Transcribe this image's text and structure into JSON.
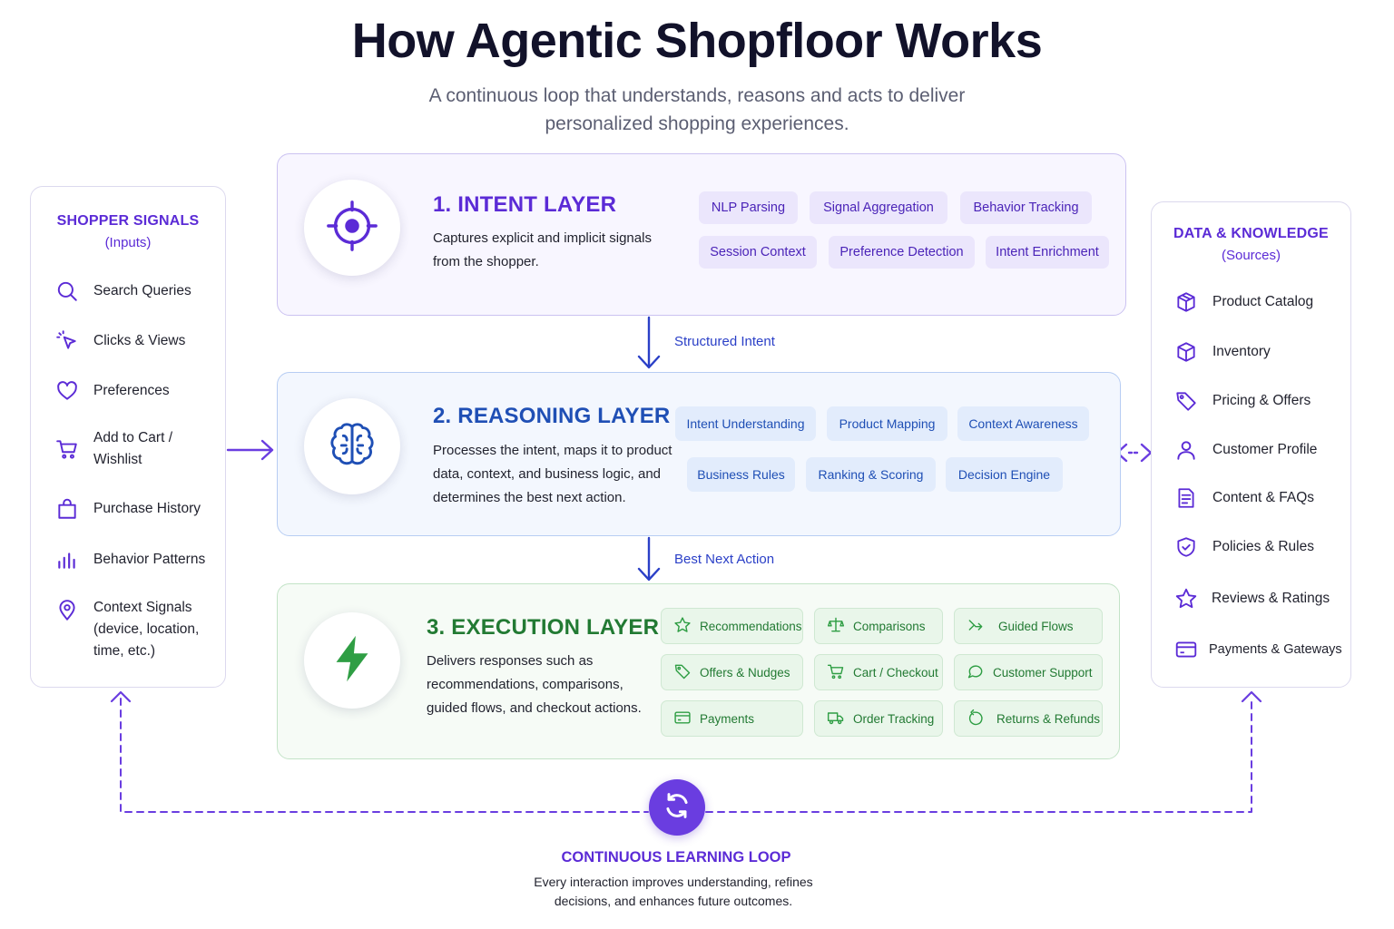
{
  "title": "How Agentic Shopfloor Works",
  "subtitle": "A continuous loop that understands, reasons and acts to deliver personalized shopping experiences.",
  "colors": {
    "purple": "#5b2bd6",
    "blue": "#1f4fb5",
    "green": "#227a33",
    "navy": "#2a3fc7"
  },
  "shopper_signals": {
    "title": "SHOPPER SIGNALS",
    "subtitle": "(Inputs)",
    "items": [
      {
        "label": "Search Queries",
        "icon": "search-icon"
      },
      {
        "label": "Clicks & Views",
        "icon": "cursor-click-icon"
      },
      {
        "label": "Preferences",
        "icon": "heart-icon"
      },
      {
        "label": "Add to Cart / Wishlist",
        "icon": "cart-icon"
      },
      {
        "label": "Purchase History",
        "icon": "shopping-bag-icon"
      },
      {
        "label": "Behavior Patterns",
        "icon": "bar-chart-icon"
      },
      {
        "label": "Context Signals (device, location, time, etc.)",
        "icon": "location-pin-icon"
      }
    ]
  },
  "data_knowledge": {
    "title": "DATA & KNOWLEDGE",
    "subtitle": "(Sources)",
    "items": [
      {
        "label": "Product Catalog",
        "icon": "box-icon"
      },
      {
        "label": "Inventory",
        "icon": "box-icon"
      },
      {
        "label": "Pricing & Offers",
        "icon": "tag-icon"
      },
      {
        "label": "Customer Profile",
        "icon": "user-icon"
      },
      {
        "label": "Content & FAQs",
        "icon": "document-icon"
      },
      {
        "label": "Policies & Rules",
        "icon": "shield-check-icon"
      },
      {
        "label": "Reviews & Ratings",
        "icon": "star-icon"
      },
      {
        "label": "Payments & Gateways",
        "icon": "credit-card-icon"
      }
    ]
  },
  "layers": {
    "intent": {
      "title": "1. INTENT LAYER",
      "description": "Captures explicit and implicit signals from the shopper.",
      "icon": "target-icon",
      "chips": [
        "NLP Parsing",
        "Signal Aggregation",
        "Behavior Tracking",
        "Session Context",
        "Preference Detection",
        "Intent Enrichment"
      ]
    },
    "reasoning": {
      "title": "2. REASONING LAYER",
      "description": "Processes the intent, maps it to product data, context, and business logic, and determines the best next action.",
      "icon": "brain-icon",
      "chips": [
        "Intent Understanding",
        "Product Mapping",
        "Context Awareness",
        "Business Rules",
        "Ranking & Scoring",
        "Decision Engine"
      ]
    },
    "execution": {
      "title": "3. EXECUTION LAYER",
      "description": "Delivers responses such as recommendations, comparisons, guided flows, and checkout actions.",
      "icon": "lightning-icon",
      "chips": [
        {
          "label": "Recommendations",
          "icon": "star-icon"
        },
        {
          "label": "Comparisons",
          "icon": "scale-icon"
        },
        {
          "label": "Guided Flows",
          "icon": "route-icon"
        },
        {
          "label": "Offers & Nudges",
          "icon": "tag-icon"
        },
        {
          "label": "Cart / Checkout",
          "icon": "cart-icon"
        },
        {
          "label": "Customer Support",
          "icon": "chat-icon"
        },
        {
          "label": "Payments",
          "icon": "credit-card-icon"
        },
        {
          "label": "Order Tracking",
          "icon": "truck-icon"
        },
        {
          "label": "Returns & Refunds",
          "icon": "return-icon"
        }
      ]
    }
  },
  "flows": {
    "intent_to_reasoning": "Structured Intent",
    "reasoning_to_execution": "Best Next Action"
  },
  "loop": {
    "title": "CONTINUOUS LEARNING LOOP",
    "description": "Every interaction improves understanding, refines decisions, and enhances future outcomes.",
    "icon": "refresh-icon"
  }
}
